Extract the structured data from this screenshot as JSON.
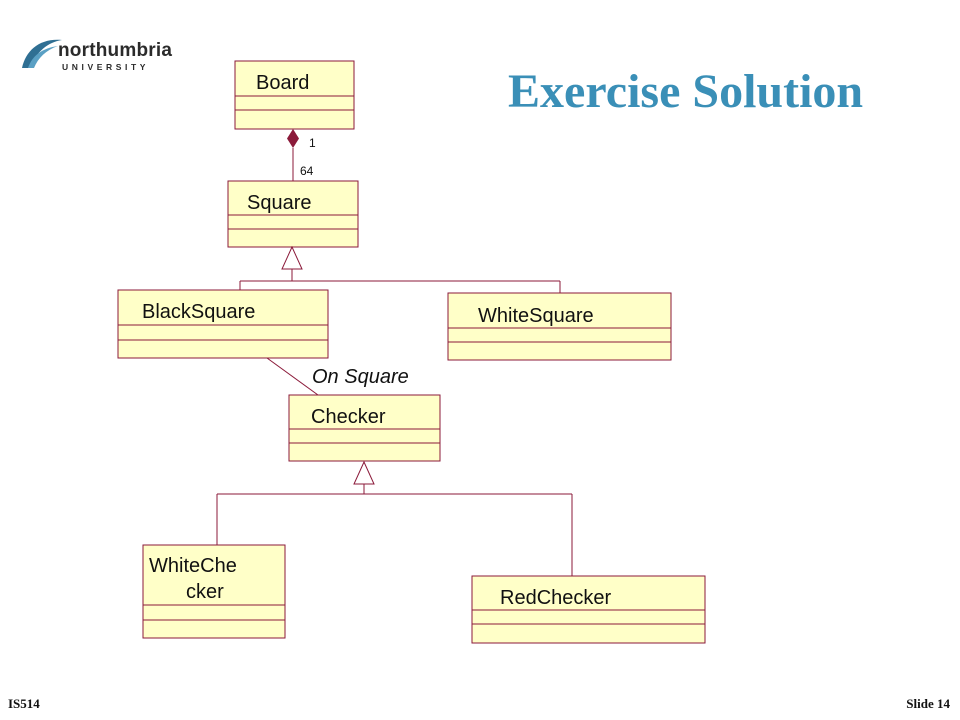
{
  "logo": {
    "wordmark": "northumbria",
    "subtitle": "UNIVERSITY"
  },
  "slide_title": "Exercise Solution",
  "colors": {
    "box_fill": "#ffffc8",
    "box_stroke": "#8b1a3a",
    "title": "#3a8fb7",
    "diamond": "#8b1a3a"
  },
  "classes": {
    "board": "Board",
    "square": "Square",
    "black_square": "BlackSquare",
    "white_square": "WhiteSquare",
    "checker": "Checker",
    "white_checker_line1": "WhiteChe",
    "white_checker_line2": "cker",
    "red_checker": "RedChecker"
  },
  "relations": {
    "composition": {
      "from": "Board",
      "to": "Square",
      "whole_multiplicity": "1",
      "part_multiplicity": "64"
    },
    "association": {
      "from": "BlackSquare",
      "to": "Checker",
      "label": "On Square"
    },
    "generalizations": [
      {
        "parent": "Square",
        "children": [
          "BlackSquare",
          "WhiteSquare"
        ]
      },
      {
        "parent": "Checker",
        "children": [
          "WhiteChecker",
          "RedChecker"
        ]
      }
    ]
  },
  "footer": {
    "left": "IS514",
    "right": "Slide 14"
  }
}
